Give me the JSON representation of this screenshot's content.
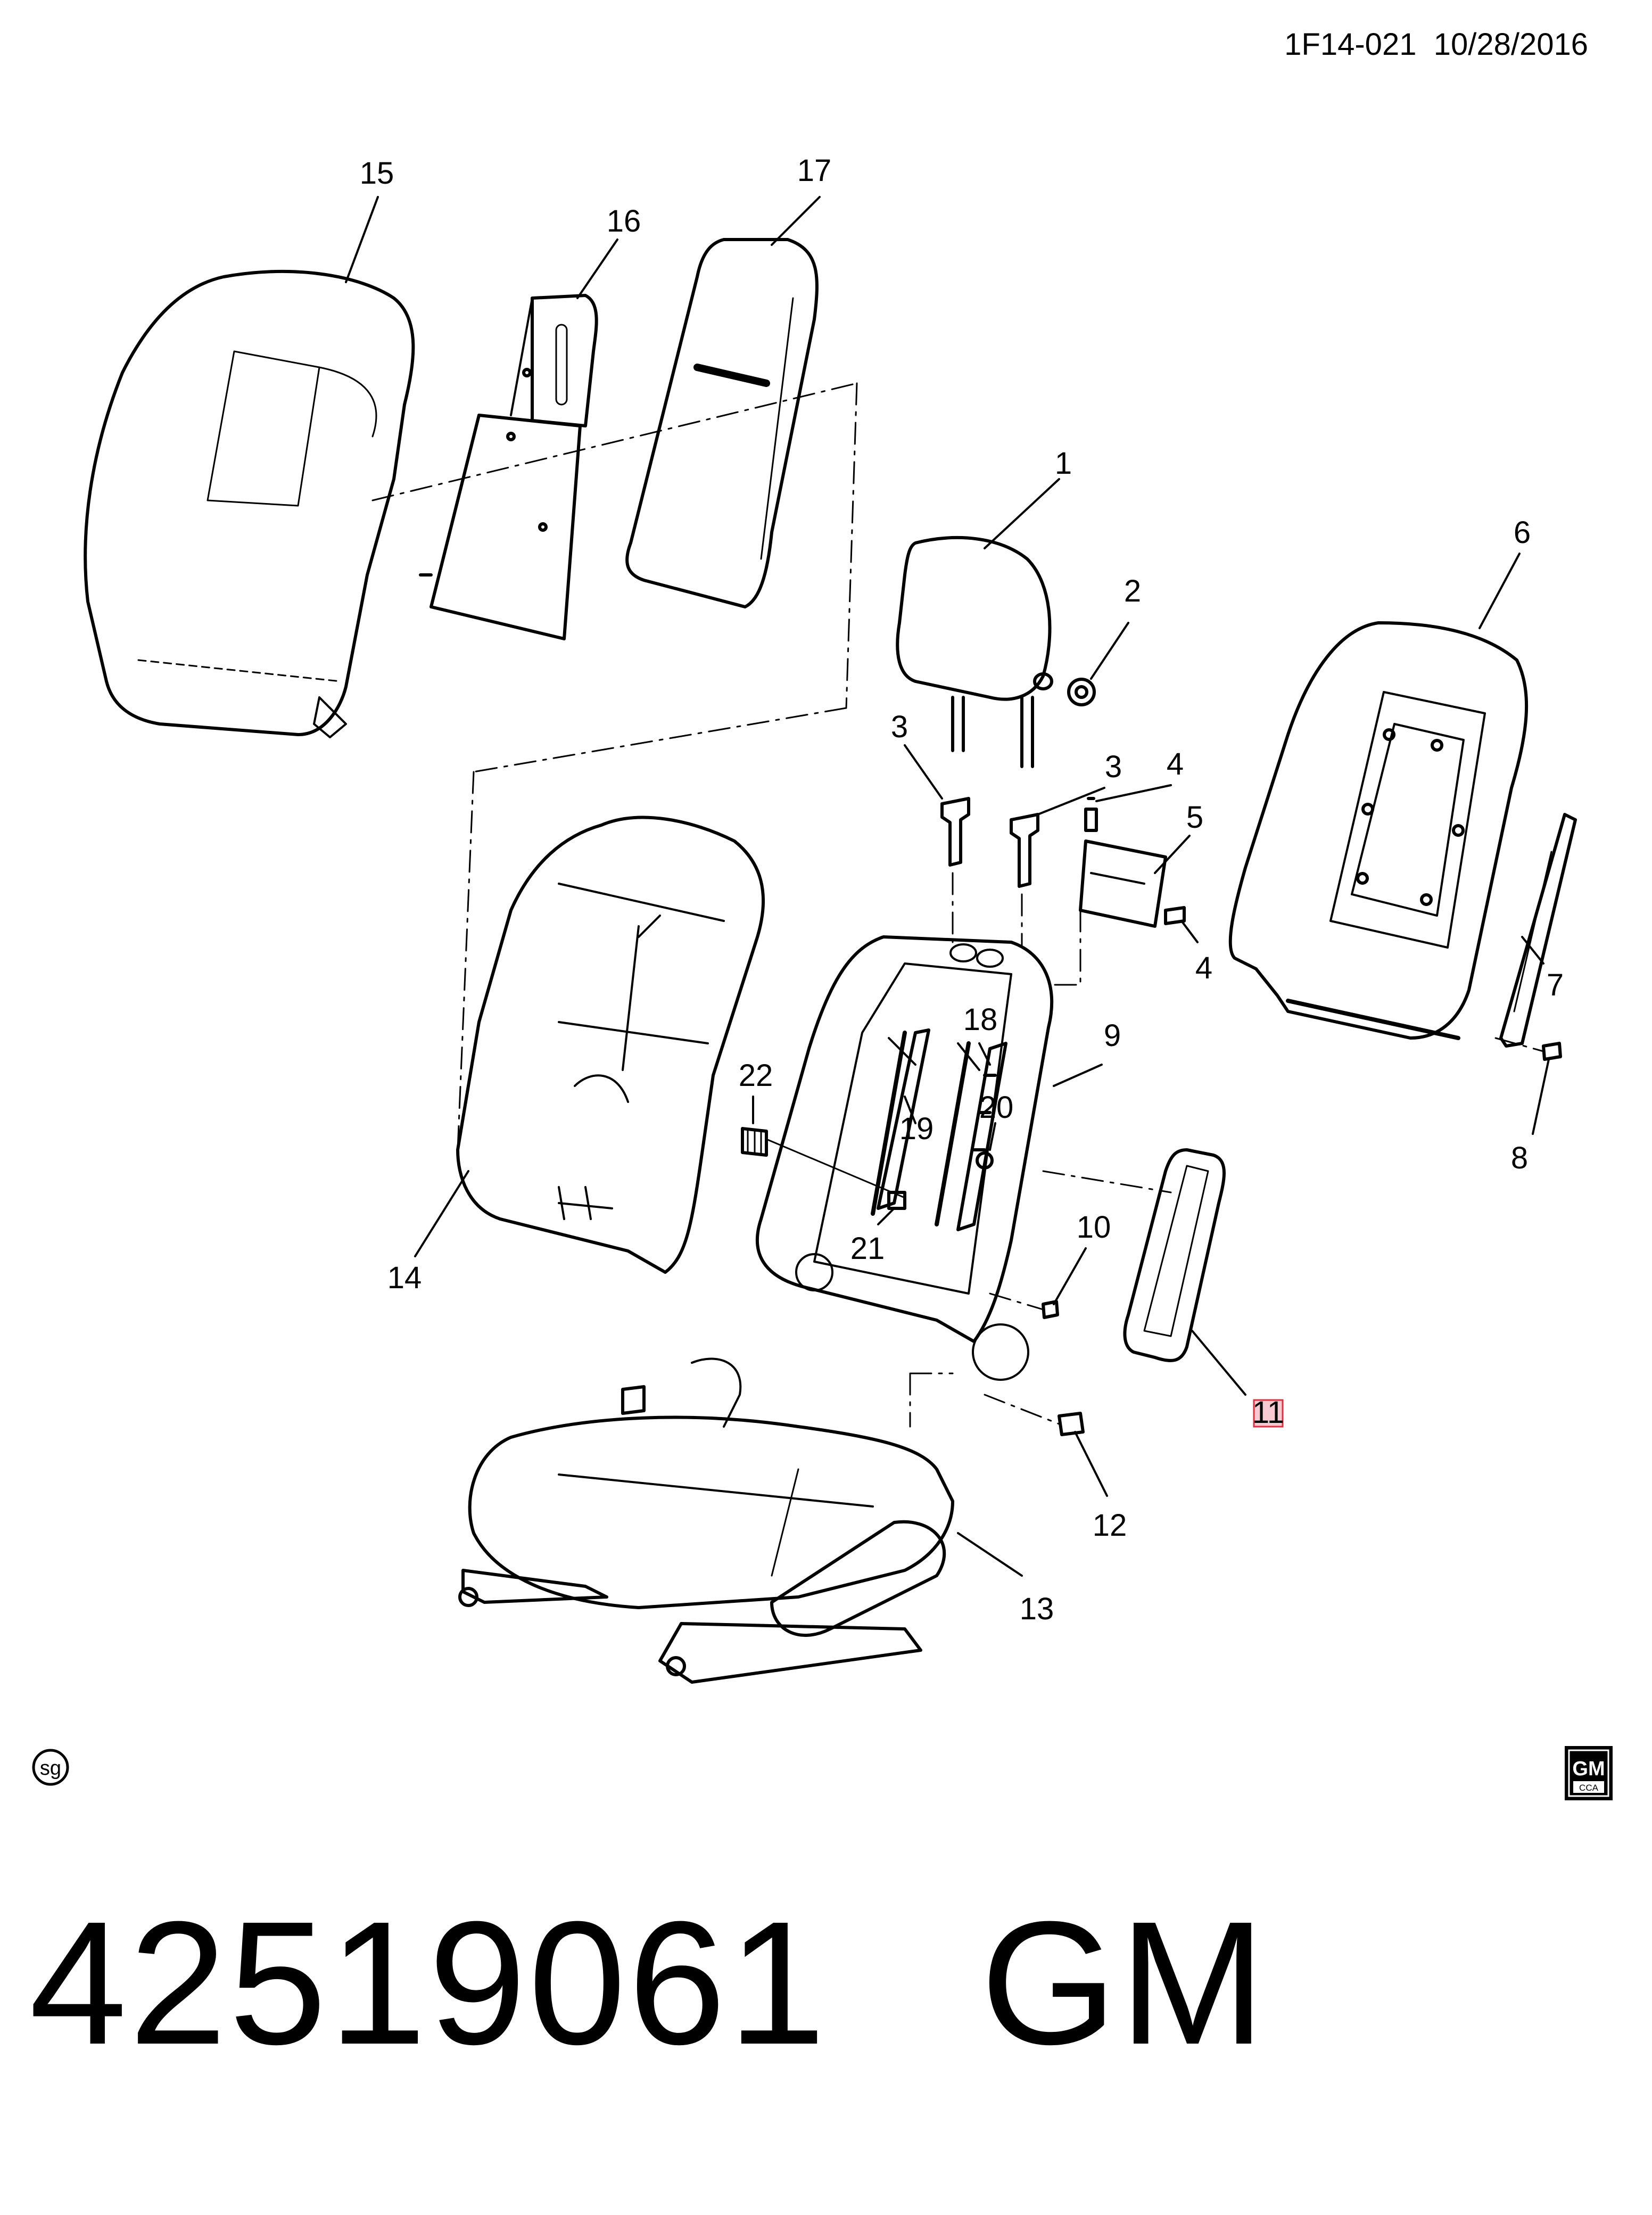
{
  "header": {
    "code": "1F14-021",
    "date": "10/28/2016"
  },
  "footer": {
    "part_number": "42519061",
    "brand": "GM"
  },
  "marks": {
    "sg": "sg",
    "gm_logo_top": "GM",
    "gm_logo_bottom": "CCA"
  },
  "callouts": {
    "c1": "1",
    "c2": "2",
    "c3a": "3",
    "c3b": "3",
    "c4a": "4",
    "c4b": "4",
    "c5": "5",
    "c6": "6",
    "c7": "7",
    "c8": "8",
    "c9": "9",
    "c10": "10",
    "c11": "11",
    "c12": "12",
    "c13": "13",
    "c14": "14",
    "c15": "15",
    "c16": "16",
    "c17": "17",
    "c18": "18",
    "c19": "19",
    "c20": "20",
    "c21": "21",
    "c22": "22"
  },
  "colors": {
    "line": "#000000",
    "highlight_fill": "#f7c9d0",
    "highlight_stroke": "#e03040"
  }
}
